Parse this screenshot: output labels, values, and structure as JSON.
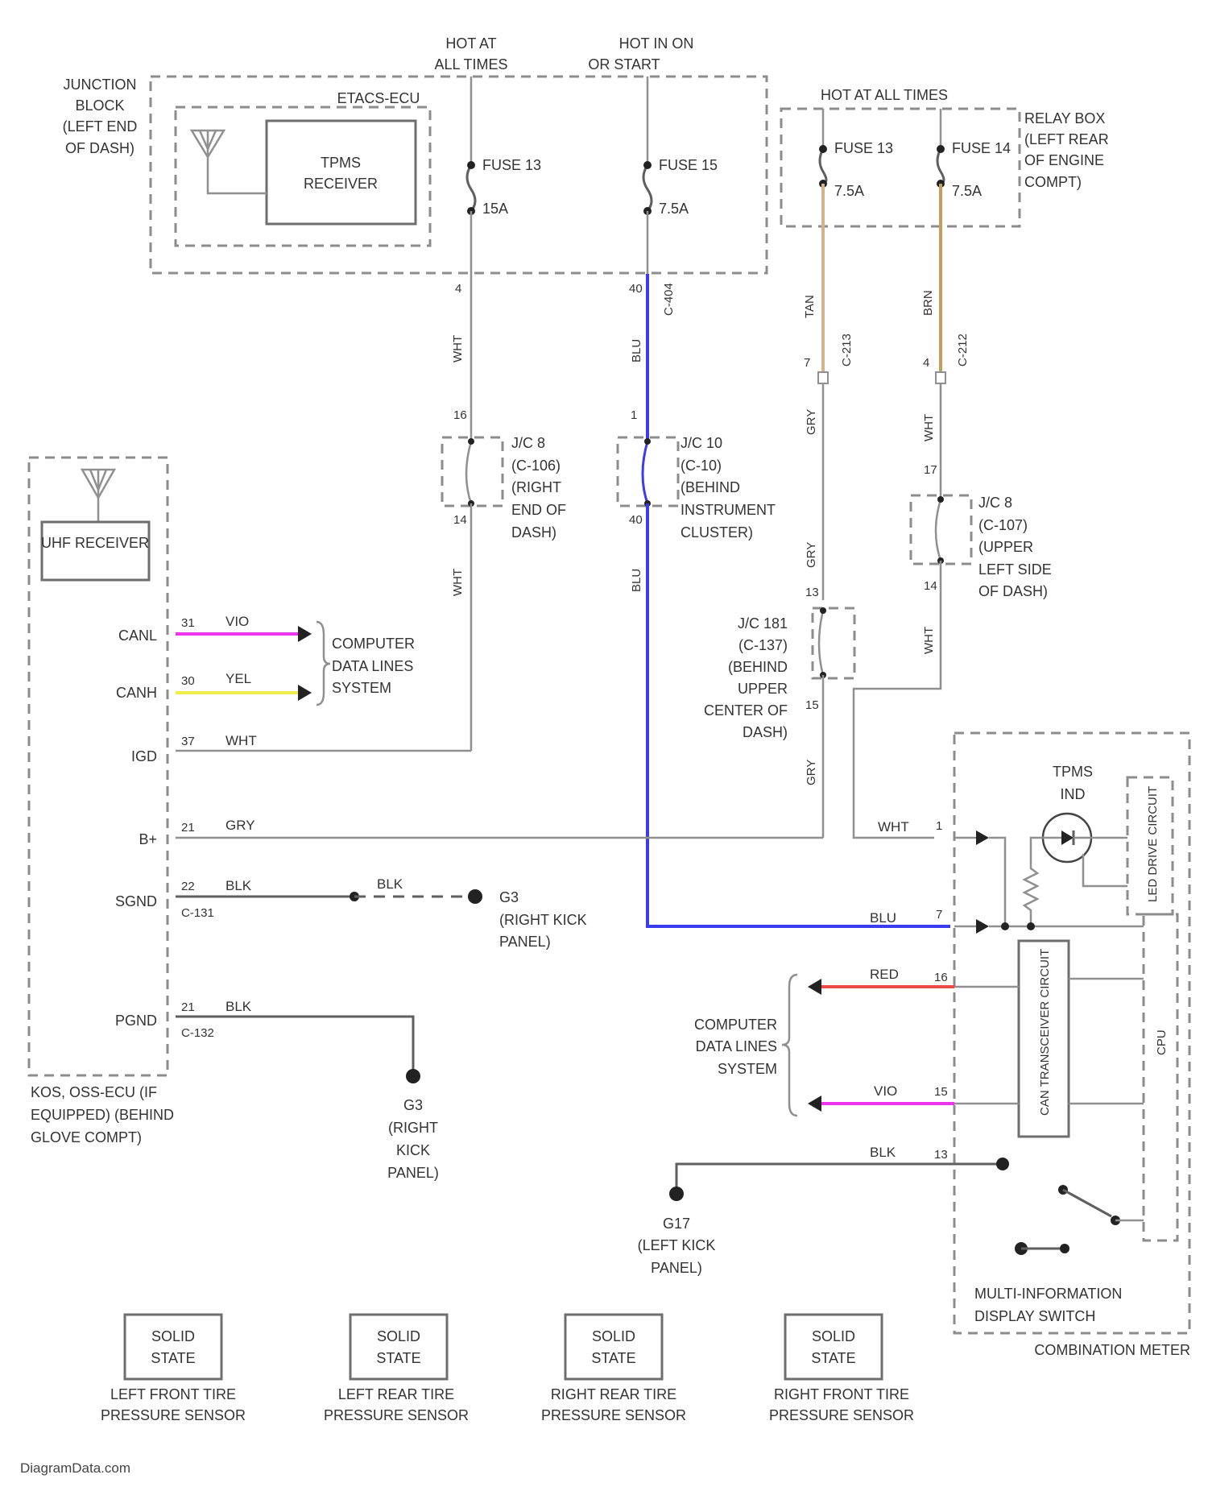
{
  "colors": {
    "BLU": "#3b3bef",
    "VIO": "#ee33ee",
    "YEL": "#efef4a",
    "RED": "#ee4a4a",
    "TAN": "#d2b48c",
    "BRN": "#c0a060",
    "neutral_wire": "#909090"
  },
  "power": {
    "hot_all_times": "HOT AT ALL TIMES",
    "hot_all": [
      "HOT AT",
      "ALL TIMES"
    ],
    "hot_ig": [
      "HOT IN ON",
      "OR START"
    ]
  },
  "junction_block": {
    "label": [
      "JUNCTION",
      "BLOCK",
      "(LEFT END",
      "OF DASH)"
    ],
    "etacs": "ETACS-ECU",
    "tpms_receiver": [
      "TPMS",
      "RECEIVER"
    ],
    "fuse_a": "FUSE 13",
    "fuse_a_amps": "15A",
    "fuse_b": "FUSE 15",
    "fuse_b_amps": "7.5A",
    "pin_a": "4",
    "pin_b": "40",
    "connector": "C-404"
  },
  "relay_box": {
    "label": [
      "RELAY BOX",
      "(LEFT REAR",
      "OF ENGINE",
      "COMPT)"
    ],
    "fuse_a": "FUSE 13",
    "fuse_a_amps": "7.5A",
    "fuse_b": "FUSE 14",
    "fuse_b_amps": "7.5A",
    "wire_a": "TAN",
    "wire_b": "BRN",
    "pin_a": "7",
    "pin_b": "4",
    "conn_a": "C-213",
    "conn_b": "C-212"
  },
  "junction_connectors": {
    "jc8_right": [
      "J/C 8",
      "(C-106)",
      "(RIGHT",
      "END OF",
      "DASH)"
    ],
    "jc10": [
      "J/C 10",
      "(C-10)",
      "(BEHIND",
      "INSTRUMENT",
      "CLUSTER)"
    ],
    "jc8_left": [
      "J/C 8",
      "(C-107)",
      "(UPPER",
      "LEFT SIDE",
      "OF DASH)"
    ],
    "jc181": [
      "J/C 181",
      "(C-137)",
      "(BEHIND",
      "UPPER",
      "CENTER OF",
      "DASH)"
    ]
  },
  "wire_labels": {
    "wht": "WHT",
    "blu": "BLU",
    "gry": "GRY",
    "blk": "BLK",
    "vio": "VIO",
    "yel": "YEL",
    "red": "RED"
  },
  "pins": {
    "jc8r_top": "16",
    "jc8r_bot": "14",
    "jc10_top": "1",
    "jc10_bot": "40",
    "jc8l_top": "17",
    "jc8l_bot": "14",
    "jc181_top": "13",
    "jc181_bot": "15"
  },
  "ecu": {
    "label": [
      "KOS, OSS-ECU (IF",
      "EQUIPPED) (BEHIND",
      "GLOVE COMPT)"
    ],
    "uhf": "UHF RECEIVER",
    "pins": [
      {
        "name": "CANL",
        "num": "31",
        "wire": "VIO"
      },
      {
        "name": "CANH",
        "num": "30",
        "wire": "YEL"
      },
      {
        "name": "IGD",
        "num": "37",
        "wire": "WHT"
      },
      {
        "name": "B+",
        "num": "21",
        "wire": "GRY"
      },
      {
        "name": "SGND",
        "num": "22",
        "wire": "BLK"
      },
      {
        "name": "PGND",
        "num": "21",
        "wire": "BLK"
      }
    ],
    "conn_sgnd": "C-131",
    "conn_pgnd": "C-132",
    "data_lines": [
      "COMPUTER",
      "DATA LINES",
      "SYSTEM"
    ]
  },
  "grounds": {
    "g3a": [
      "G3",
      "(RIGHT KICK",
      "PANEL)"
    ],
    "g3b": [
      "G3",
      "(RIGHT",
      "KICK",
      "PANEL)"
    ],
    "g17": [
      "G17",
      "(LEFT KICK",
      "PANEL)"
    ]
  },
  "meter": {
    "label": "COMBINATION METER",
    "tpms_ind": [
      "TPMS",
      "IND"
    ],
    "led_drive": "LED DRIVE CIRCUIT",
    "can_tx": "CAN TRANSCEIVER CIRCUIT",
    "cpu": "CPU",
    "mid_switch": [
      "MULTI-INFORMATION",
      "DISPLAY SWITCH"
    ],
    "data_lines": [
      "COMPUTER",
      "DATA LINES",
      "SYSTEM"
    ],
    "pin_wht": "1",
    "pin_blu": "7",
    "pin_red": "16",
    "pin_vio": "15",
    "pin_blk": "13"
  },
  "sensors": [
    {
      "state": [
        "SOLID",
        "STATE"
      ],
      "name": [
        "LEFT FRONT TIRE",
        "PRESSURE SENSOR"
      ]
    },
    {
      "state": [
        "SOLID",
        "STATE"
      ],
      "name": [
        "LEFT REAR TIRE",
        "PRESSURE SENSOR"
      ]
    },
    {
      "state": [
        "SOLID",
        "STATE"
      ],
      "name": [
        "RIGHT REAR TIRE",
        "PRESSURE SENSOR"
      ]
    },
    {
      "state": [
        "SOLID",
        "STATE"
      ],
      "name": [
        "RIGHT FRONT TIRE",
        "PRESSURE SENSOR"
      ]
    }
  ],
  "watermark": "DiagramData.com"
}
